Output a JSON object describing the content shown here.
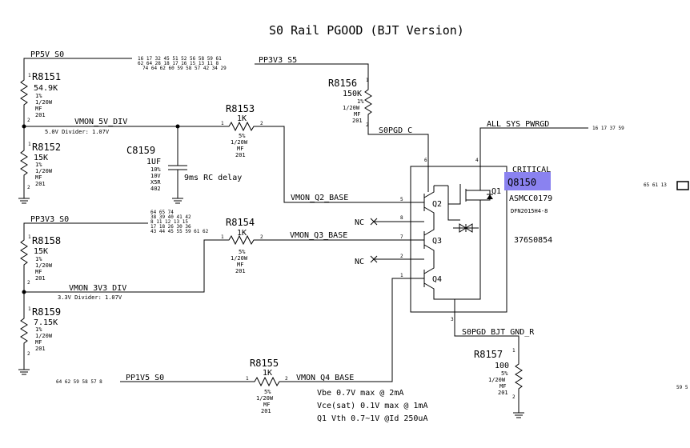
{
  "title": "S0 Rail PGOOD (BJT Version)",
  "nets": {
    "pp5v_s0": "PP5V_S0",
    "pp3v3_s5": "PP3V3_S5",
    "vmon_5v_div": "VMON_5V_DIV",
    "div_5v_note": "5.0V Divider: 1.07V",
    "pp3v3_s0": "PP3V3_S0",
    "vmon_3v3_div": "VMON_3V3_DIV",
    "div_3v3_note": "3.3V Divider: 1.07V",
    "s0pgd_c": "S0PGD_C",
    "all_sys_pwrgd": "ALL_SYS_PWRGD",
    "vmon_q2_base": "VMON_Q2_BASE",
    "vmon_q3_base": "VMON_Q3_BASE",
    "vmon_q4_base": "VMON_Q4_BASE",
    "pp1v5_s0": "PP1V5_S0",
    "s0pgd_bjt_gnd_r": "S0PGD_BJT_GND_R",
    "nc1": "NC",
    "nc2": "NC"
  },
  "xrefs": {
    "pp5v_line1": "16 17 32 45 51 52 56 58 59 61",
    "pp5v_line2": "62 64    28 18 17 16 15 13 11 8",
    "pp5v_line3": "74 64 62 60 59 58 57 42 34 29",
    "all_sys": "16 17 37 59",
    "pp3v3_l1": "64 65 74",
    "pp3v3_l2": "38 39 40 41 42",
    "pp3v3_l3": "8  11 12 13 15",
    "pp3v3_l4": "17 18 26 30 36",
    "pp3v3_l5": "43 44 45 55 59 61 62",
    "pp1v5": "64 62 59 58 57 8",
    "right_mid": "65 61 13",
    "right_low": "59 5"
  },
  "resistors": {
    "r8151": {
      "ref": "R8151",
      "value": "54.9K",
      "tol": "1%",
      "pwr": "1/20W",
      "type": "MF",
      "size": "201"
    },
    "r8152": {
      "ref": "R8152",
      "value": "15K",
      "tol": "1%",
      "pwr": "1/20W",
      "type": "MF",
      "size": "201"
    },
    "r8153": {
      "ref": "R8153",
      "value": "1K",
      "tol": "5%",
      "pwr": "1/20W",
      "type": "MF",
      "size": "201"
    },
    "r8154": {
      "ref": "R8154",
      "value": "1K",
      "tol": "5%",
      "pwr": "1/20W",
      "type": "MF",
      "size": "201"
    },
    "r8155": {
      "ref": "R8155",
      "value": "1K",
      "tol": "5%",
      "pwr": "1/20W",
      "type": "MF",
      "size": "201"
    },
    "r8156": {
      "ref": "R8156",
      "value": "150K",
      "tol": "1%",
      "pwr": "1/20W",
      "type": "MF",
      "size": "201"
    },
    "r8157": {
      "ref": "R8157",
      "value": "100",
      "tol": "5%",
      "pwr": "1/20W",
      "type": "MF",
      "size": "201"
    },
    "r8158": {
      "ref": "R8158",
      "value": "15K",
      "tol": "1%",
      "pwr": "1/20W",
      "type": "MF",
      "size": "201"
    },
    "r8159": {
      "ref": "R8159",
      "value": "7.15K",
      "tol": "1%",
      "pwr": "1/20W",
      "type": "MF",
      "size": "201"
    }
  },
  "capacitor": {
    "ref": "C8159",
    "value": "1UF",
    "tol": "10%",
    "volt": "10V",
    "diel": "X5R",
    "size": "402",
    "note": "9ms RC delay"
  },
  "q8150": {
    "critical": "CRITICAL",
    "ref": "Q8150",
    "part": "ASMCC0179",
    "pkg": "DFN2015H4-8",
    "pn": "376S0854",
    "q1": "Q1",
    "q2": "Q2",
    "q3": "Q3",
    "q4": "Q4",
    "highlight_color": "#8a82f0"
  },
  "pins": {
    "p1": "1",
    "p2": "2",
    "p3": "3",
    "p4": "4",
    "p5": "5",
    "p6": "6",
    "p7": "7",
    "p8": "8"
  },
  "notes": {
    "vbe": "Vbe 0.7V max @ 2mA",
    "vce": "Vce(sat) 0.1V max @ 1mA",
    "vth": "Q1 Vth 0.7~1V @Id 250uA"
  }
}
